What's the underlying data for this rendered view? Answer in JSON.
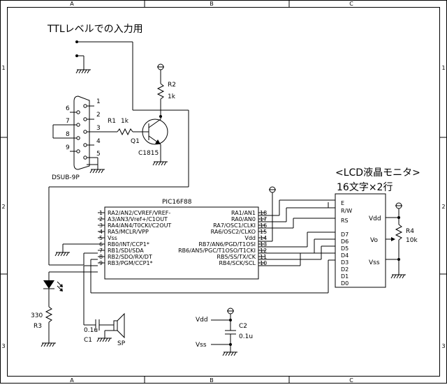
{
  "frame": {
    "columns": [
      "A",
      "B",
      "C"
    ],
    "rows": [
      "1",
      "2",
      "3"
    ]
  },
  "titles": {
    "ttl_input": "TTLレベルでの入力用",
    "lcd_line1": "<LCD液晶モニタ>",
    "lcd_line2": "16文字×2行"
  },
  "dsub": {
    "label": "DSUB-9P",
    "pins": [
      "1",
      "2",
      "3",
      "4",
      "5",
      "6",
      "7",
      "8",
      "9"
    ]
  },
  "transistor": {
    "ref": "Q1",
    "part": "C1815"
  },
  "resistors": {
    "r1": {
      "ref": "R1",
      "value": "1k"
    },
    "r2": {
      "ref": "R2",
      "value": "1k"
    },
    "r3": {
      "ref": "R3",
      "value": "330"
    },
    "r4": {
      "ref": "R4",
      "value": "10k"
    }
  },
  "capacitors": {
    "c1": {
      "ref": "C1",
      "value": "0.1u"
    },
    "c2": {
      "ref": "C2",
      "value": "0.1u"
    }
  },
  "speaker": {
    "ref": "SP"
  },
  "pic": {
    "part": "PIC16F88",
    "left_pins": [
      {
        "num": "1",
        "name": "RA2/AN2/CVREF/VREF-"
      },
      {
        "num": "2",
        "name": "A3/AN3/Vref+/C1OUT"
      },
      {
        "num": "3",
        "name": "RA4/AN4/T0CKI/C2OUT"
      },
      {
        "num": "4",
        "name": "RA5/MCLR/VPP"
      },
      {
        "num": "5",
        "name": "Vss"
      },
      {
        "num": "6",
        "name": "RB0/INT/CCP1*"
      },
      {
        "num": "7",
        "name": "RB1/SDI/SDA"
      },
      {
        "num": "8",
        "name": "RB2/SDO/RX/DT"
      },
      {
        "num": "9",
        "name": "RB3/PGM/CCP1*"
      }
    ],
    "right_pins": [
      {
        "num": "18",
        "name": "RA1/AN1"
      },
      {
        "num": "17",
        "name": "RA0/AN0"
      },
      {
        "num": "16",
        "name": "RA7/OSC1/CLKI"
      },
      {
        "num": "15",
        "name": "RA6/OSC2/CLKO"
      },
      {
        "num": "14",
        "name": "Vdd"
      },
      {
        "num": "13",
        "name": "RB7/AN6/PGD/T1OSI"
      },
      {
        "num": "12",
        "name": "RB6/AN5/PGC/T1OSO/T1CKI"
      },
      {
        "num": "11",
        "name": "RB5/SS/TX/CK"
      },
      {
        "num": "10",
        "name": "RB4/SCK/SCL"
      }
    ]
  },
  "lcd": {
    "left_pins": [
      "E",
      "R/W",
      "RS",
      "D7",
      "D6",
      "D5",
      "D4",
      "D3",
      "D2",
      "D1",
      "D0"
    ],
    "right_pins": [
      "Vdd",
      "Vo",
      "Vss"
    ]
  },
  "supply": {
    "vdd": "Vdd",
    "vss": "Vss"
  }
}
